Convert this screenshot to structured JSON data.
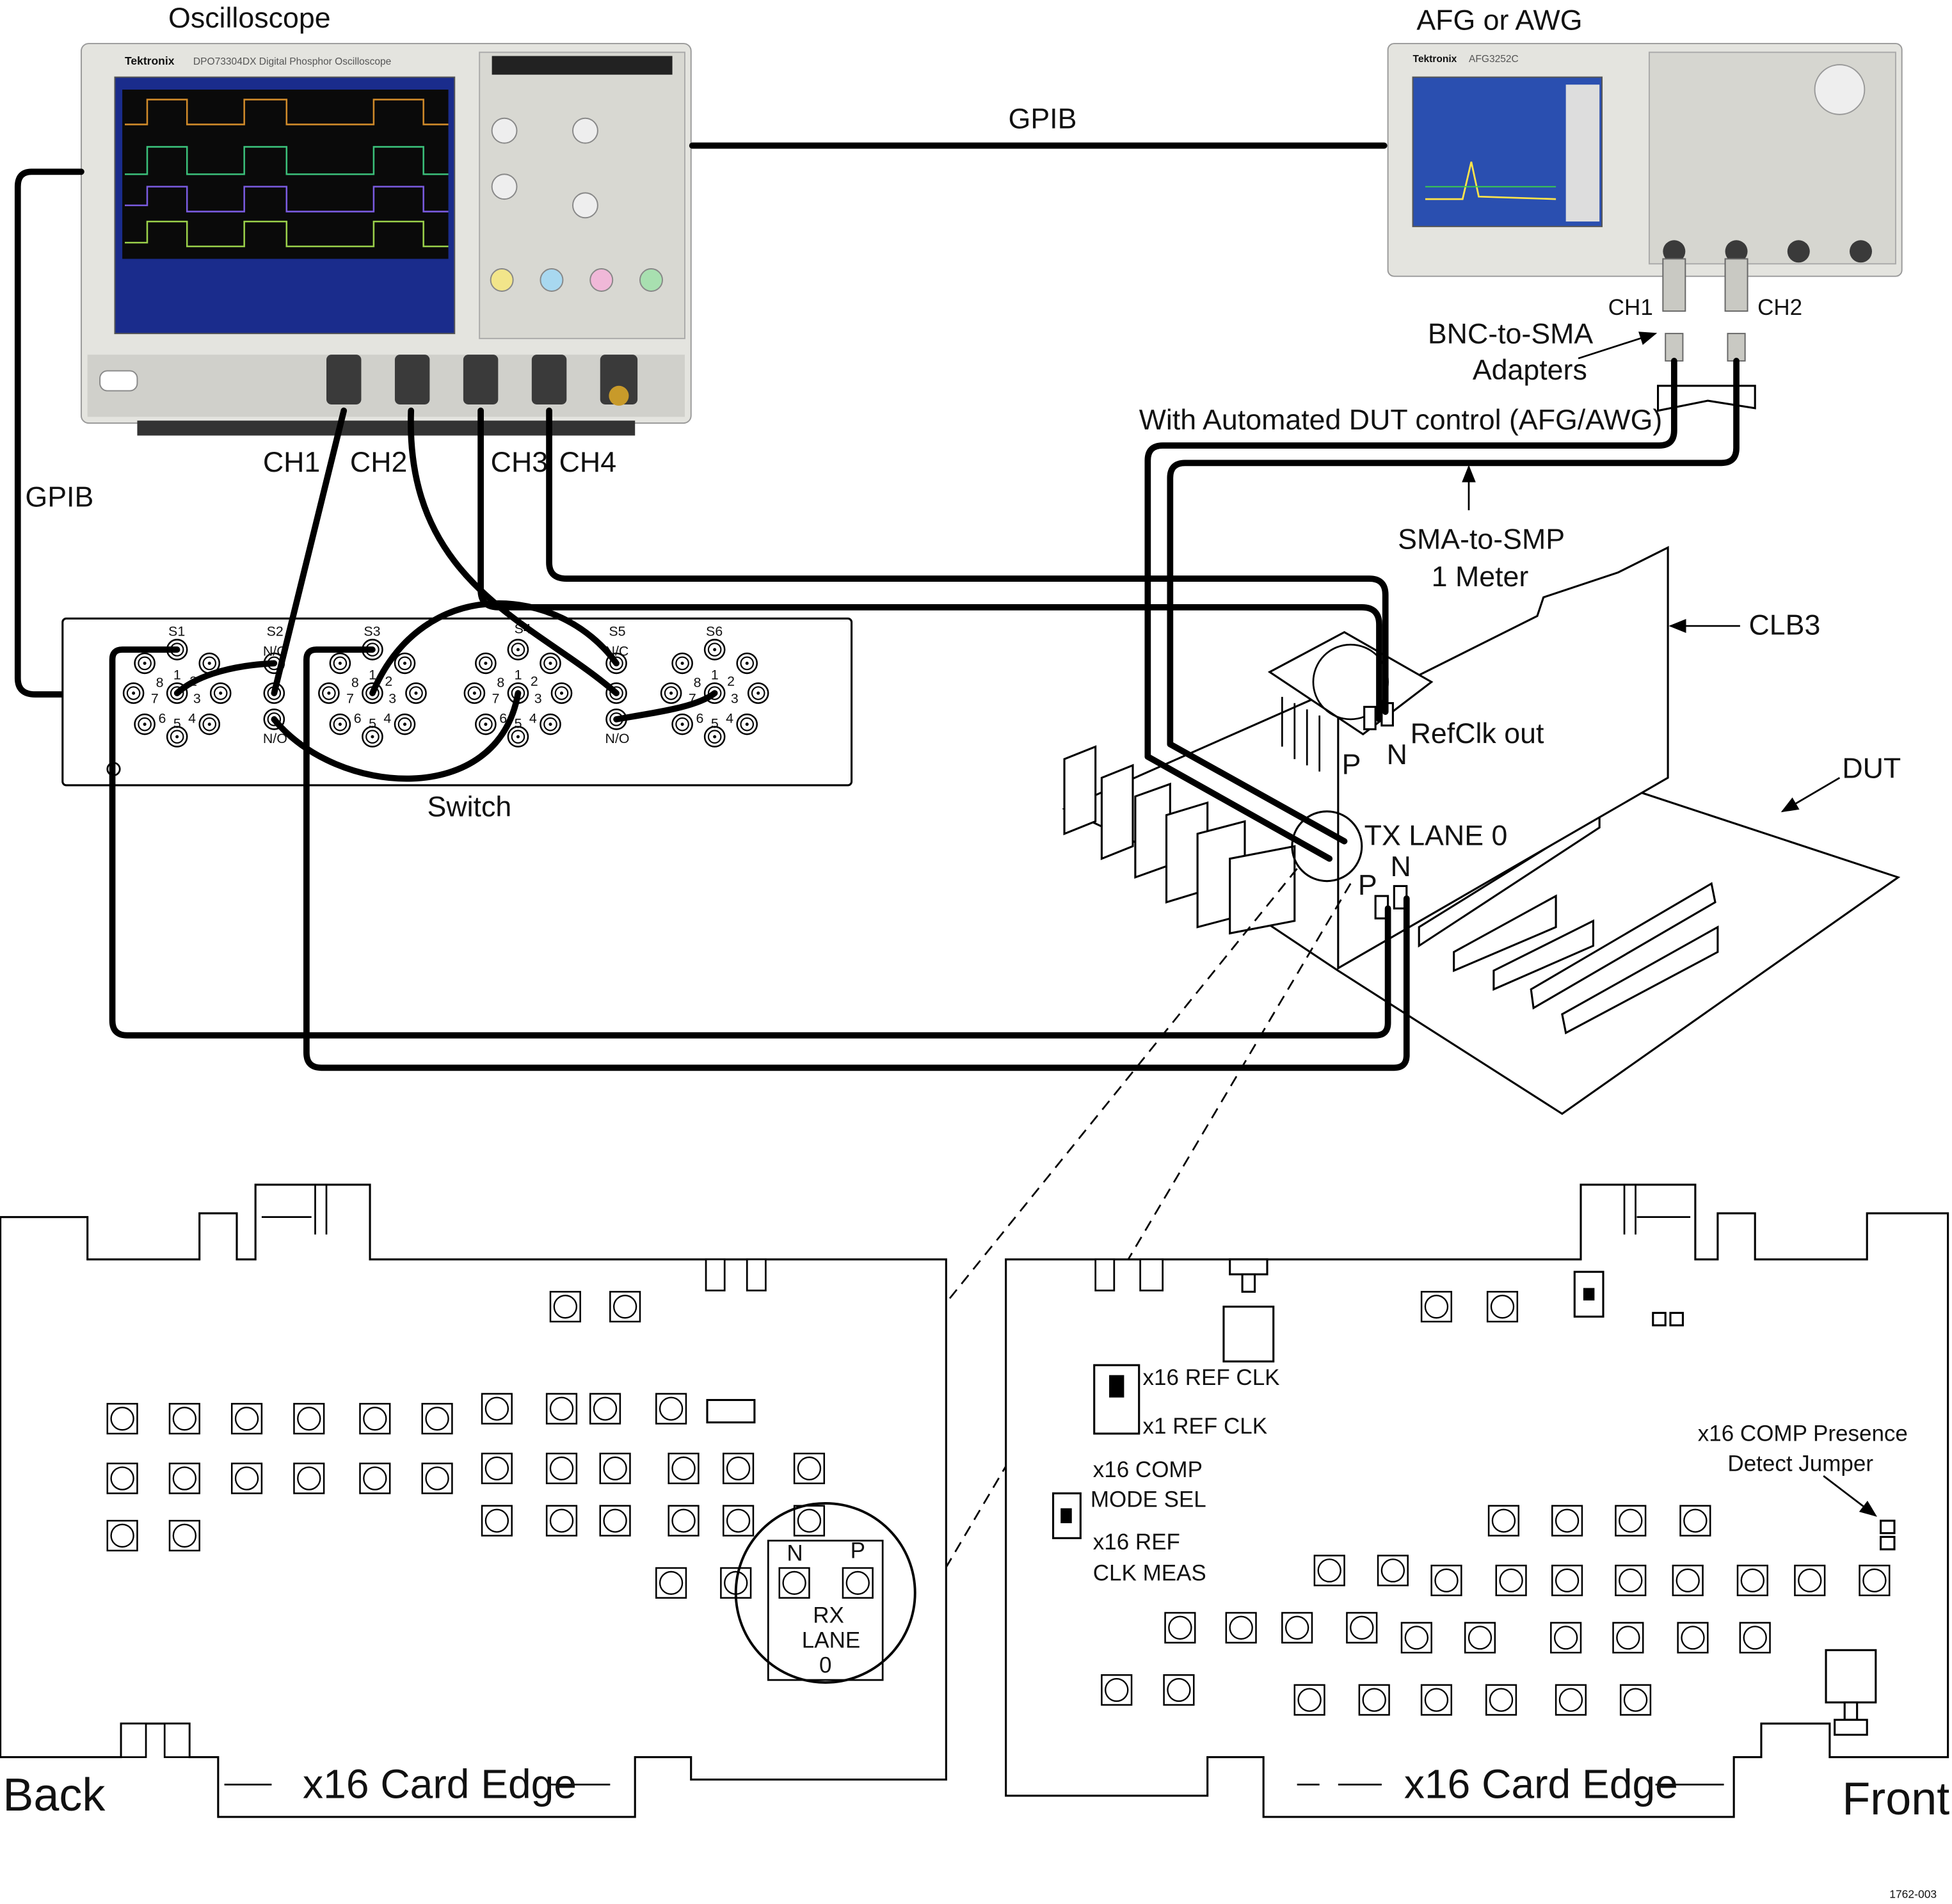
{
  "instruments": {
    "oscilloscope": {
      "title": "Oscilloscope",
      "brand": "Tektronix",
      "model": "DPO73304DX Digital Phosphor Oscilloscope",
      "channels": [
        "CH1",
        "CH2",
        "CH3",
        "CH4"
      ],
      "screen_color": "#1a2c8c"
    },
    "generator": {
      "title": "AFG or AWG",
      "brand": "Tektronix",
      "model": "AFG3252C",
      "channels": [
        "CH1",
        "CH2"
      ],
      "screen_color": "#2a4fb0"
    }
  },
  "connections": {
    "gpib_top": "GPIB",
    "gpib_left": "GPIB",
    "bnc_adapters_line1": "BNC-to-SMA",
    "bnc_adapters_line2": "Adapters",
    "automated_control": "With Automated DUT control (AFG/AWG)",
    "sma_smp_line1": "SMA-to-SMP",
    "sma_smp_line2": "1 Meter"
  },
  "switch": {
    "label": "Switch",
    "sections": [
      "S1",
      "S2",
      "S3",
      "S4",
      "S5",
      "S6"
    ],
    "nc": "N/C",
    "no": "N/O",
    "ring_numbers": [
      "1",
      "2",
      "3",
      "4",
      "5",
      "6",
      "7",
      "8"
    ]
  },
  "dut": {
    "clb3": "CLB3",
    "dut": "DUT",
    "refclk": "RefClk out",
    "refclk_p": "P",
    "refclk_n": "N",
    "tx_lane": "TX LANE 0",
    "tx_p": "P",
    "tx_n": "N"
  },
  "back_card": {
    "side": "Back",
    "edge": "x16 Card Edge",
    "rx_n": "N",
    "rx_p": "P",
    "rx_line1": "RX",
    "rx_line2": "LANE",
    "rx_line3": "0"
  },
  "front_card": {
    "side": "Front",
    "edge": "x16 Card Edge",
    "x16_ref_clk": "x16 REF CLK",
    "x1_ref_clk": "x1 REF CLK",
    "comp_mode_1": "x16 COMP",
    "comp_mode_2": "MODE SEL",
    "ref_meas_1": "x16 REF",
    "ref_meas_2": "CLK MEAS",
    "presence_1": "x16 COMP Presence",
    "presence_2": "Detect Jumper"
  },
  "figure_id": "1762-003"
}
